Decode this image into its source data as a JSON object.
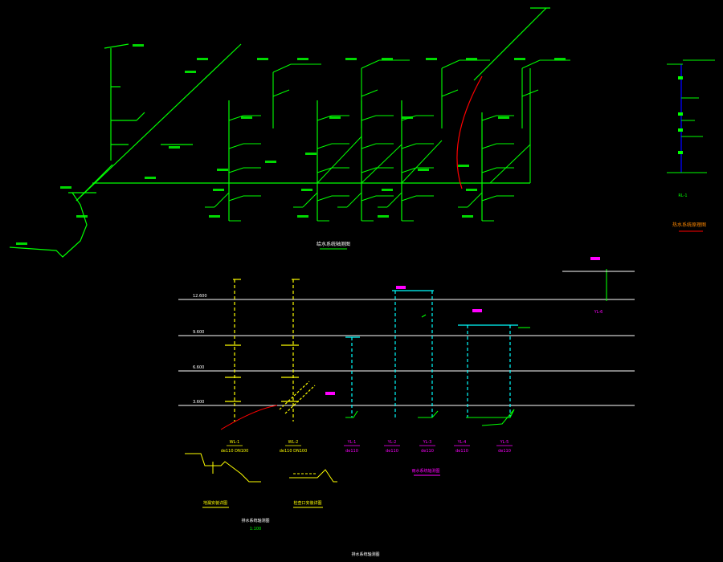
{
  "colors": {
    "background": "#000000",
    "water_supply": "#00ff00",
    "drainage_1": "#ffff00",
    "drainage_2": "#00ffff",
    "vent": "#ff00ff",
    "hot_water": "#0000ff",
    "accent_curve": "#ff0000",
    "floor_line": "#ffffff"
  },
  "upper_system": {
    "risers": [
      {
        "id": "JL-1"
      },
      {
        "id": "JL-2"
      },
      {
        "id": "JL-3"
      },
      {
        "id": "JL-4"
      },
      {
        "id": "JL-5"
      }
    ],
    "caption": "给水系统轴测图"
  },
  "right_inset": {
    "riser_label": "RL-1",
    "caption": "热水系统原理图"
  },
  "lower_system": {
    "pipe_labels": [
      "WL-1",
      "WL-2",
      "YL-1",
      "YL-2",
      "YL-3",
      "YL-4",
      "YL-5"
    ],
    "pipe_sublabels": [
      "de110 DN100",
      "de110 DN100",
      "de110",
      "de110",
      "de110",
      "de110",
      "de110"
    ],
    "top_right_label": "YL-6",
    "floor_marks": [
      "12.600",
      "9.600",
      "6.600",
      "3.600"
    ],
    "captions": {
      "detail_1": "地漏安装详图",
      "detail_2": "检查口安装详图",
      "drainage_title": "排水系统轴测图",
      "drainage_subtitle": "1:100",
      "rain_title": "雨水系统轴测图",
      "bottom": "排水系统轴测图"
    }
  }
}
